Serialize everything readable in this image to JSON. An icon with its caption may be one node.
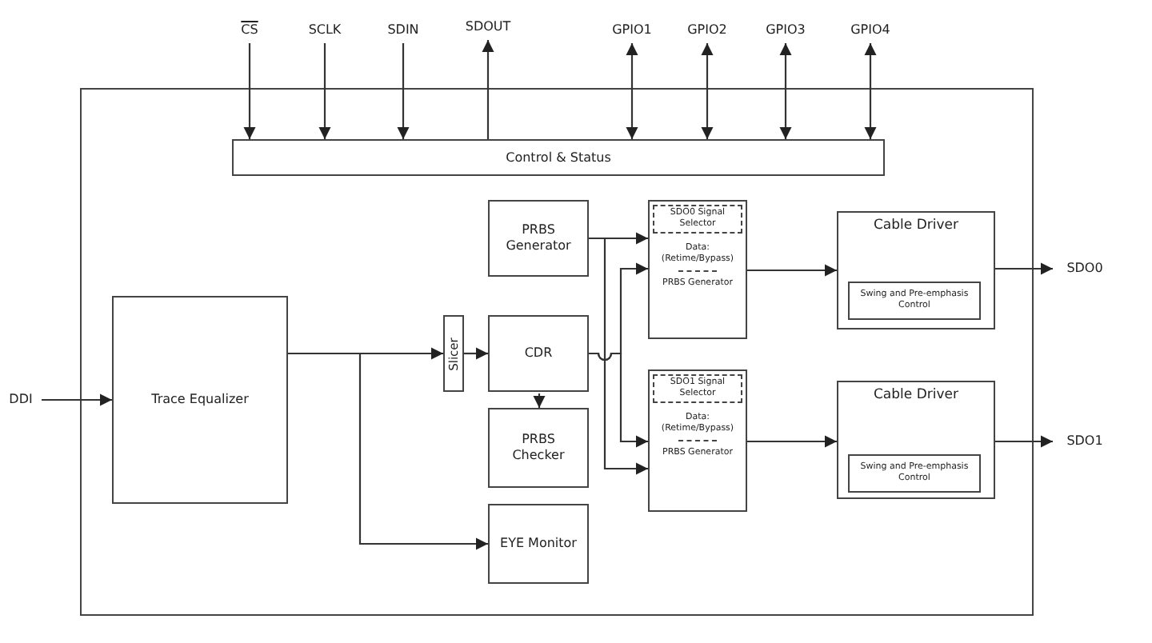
{
  "diagram": {
    "nodes": [
      {
        "text": [],
        "shape": "box"
      },
      {
        "text": [
          "CS"
        ]
      },
      {
        "text": [
          "SCLK"
        ]
      },
      {
        "text": [
          "SDIN"
        ]
      },
      {
        "text": [
          "SDOUT"
        ]
      },
      {
        "text": [
          "GPIO1"
        ]
      },
      {
        "text": [
          "GPIO2"
        ]
      },
      {
        "text": [
          "GPIO3"
        ]
      },
      {
        "text": [
          "GPIO4"
        ]
      },
      {
        "text": [
          "Control & Status"
        ],
        "in": 0
      },
      {
        "text": [
          "DDI"
        ]
      },
      {
        "text": [
          "Trace Equalizer"
        ],
        "in": 0
      },
      {
        "text": [
          "PRBS Generator"
        ],
        "in": 0
      },
      {
        "text": [
          "Slicer"
        ],
        "in": 0
      },
      {
        "text": [
          "CDR"
        ],
        "in": 0
      },
      {
        "text": [
          "PRBS Checker"
        ],
        "in": 0
      },
      {
        "text": [
          "EYE Monitor"
        ],
        "in": 0
      },
      {
        "text": [
          "Data: (Retime/Bypass)",
          "PRBS Generator"
        ],
        "in": 0
      },
      {
        "text": [
          "SDO0 Signal Selector"
        ],
        "in": 17
      },
      {
        "text": [
          "Cable Driver"
        ],
        "in": 0
      },
      {
        "text": [
          "Swing and Pre-emphasis Control"
        ],
        "in": 19
      },
      {
        "text": [
          "Data: (Retime/Bypass)",
          "PRBS Generator"
        ],
        "in": 0
      },
      {
        "text": [
          "SDO1 Signal Selector"
        ],
        "in": 21
      },
      {
        "text": [
          "Cable Driver"
        ],
        "in": 0
      },
      {
        "text": [
          "Swing and Pre-emphasis Control"
        ],
        "in": 23
      },
      {
        "text": [
          "SDO0"
        ]
      },
      {
        "text": [
          "SDO1"
        ]
      }
    ],
    "edges": [
      {
        "from": 1,
        "to": 9,
        "arrow": "to"
      },
      {
        "from": 2,
        "to": 9,
        "arrow": "to"
      },
      {
        "from": 3,
        "to": 9,
        "arrow": "to"
      },
      {
        "from": 9,
        "to": 4,
        "arrow": "to"
      },
      {
        "from": 5,
        "to": 9,
        "arrow": "both"
      },
      {
        "from": 6,
        "to": 9,
        "arrow": "both"
      },
      {
        "from": 7,
        "to": 9,
        "arrow": "both"
      },
      {
        "from": 8,
        "to": 9,
        "arrow": "both"
      },
      {
        "from": 10,
        "to": 11,
        "arrow": "to"
      },
      {
        "from": 11,
        "to": 13,
        "arrow": "to"
      },
      {
        "from": 11,
        "to": 16,
        "arrow": "to"
      },
      {
        "from": 13,
        "to": 14,
        "arrow": "to"
      },
      {
        "from": 14,
        "to": 15,
        "arrow": "to"
      },
      {
        "from": 12,
        "to": 17,
        "arrow": "to"
      },
      {
        "from": 12,
        "to": 21,
        "arrow": "to"
      },
      {
        "from": 14,
        "to": 17,
        "arrow": "to"
      },
      {
        "from": 14,
        "to": 21,
        "arrow": "to"
      },
      {
        "from": 17,
        "to": 19,
        "arrow": "to"
      },
      {
        "from": 19,
        "to": 25,
        "arrow": "to"
      },
      {
        "from": 21,
        "to": 23,
        "arrow": "to"
      },
      {
        "from": 23,
        "to": 26,
        "arrow": "to"
      }
    ]
  }
}
